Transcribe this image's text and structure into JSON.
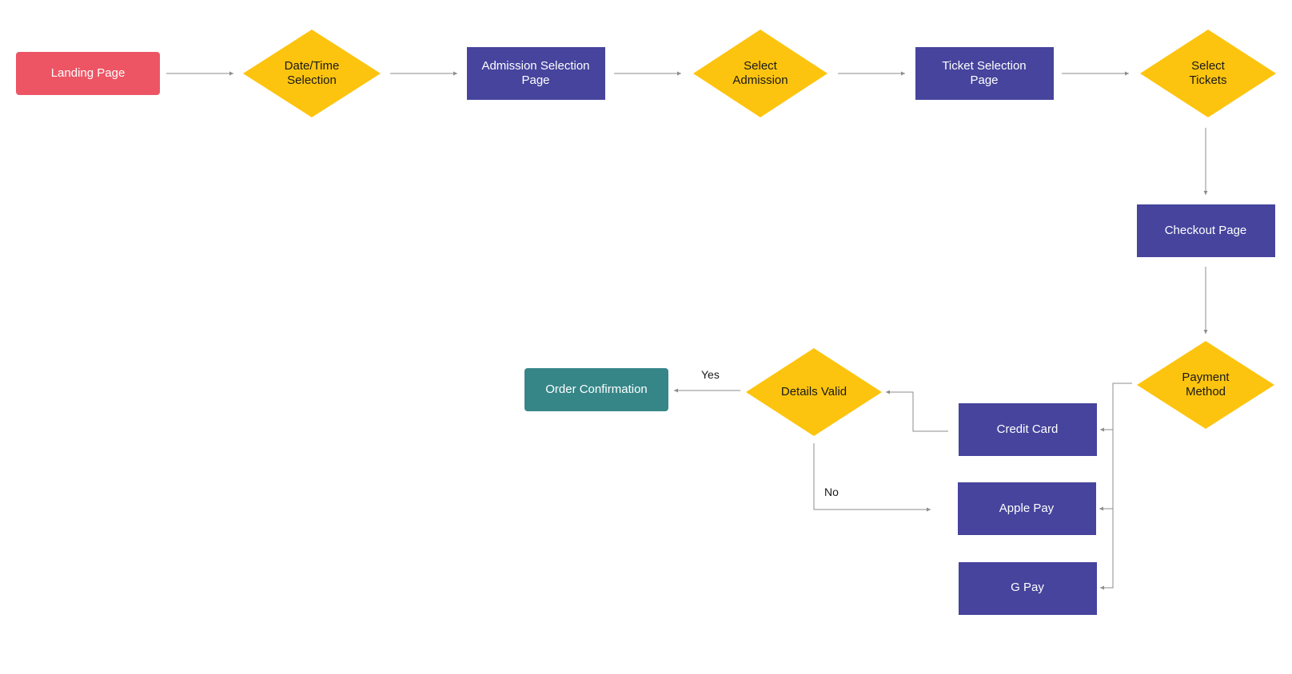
{
  "colors": {
    "start": "#ed5565",
    "page": "#46449d",
    "decision": "#fdc40f",
    "end": "#368688",
    "connector": "#8c8c8c",
    "light_text": "#ffffff",
    "dark_text": "#1a1a1a"
  },
  "nodes": {
    "landing_page": {
      "lines": [
        "Landing Page"
      ]
    },
    "datetime_selection": {
      "lines": [
        "Date/Time",
        "Selection"
      ]
    },
    "admission_selection_page": {
      "lines": [
        "Admission Selection",
        "Page"
      ]
    },
    "select_admission": {
      "lines": [
        "Select",
        "Admission"
      ]
    },
    "ticket_selection_page": {
      "lines": [
        "Ticket Selection",
        "Page"
      ]
    },
    "select_tickets": {
      "lines": [
        "Select",
        "Tickets"
      ]
    },
    "checkout_page": {
      "lines": [
        "Checkout Page"
      ]
    },
    "payment_method": {
      "lines": [
        "Payment",
        "Method"
      ]
    },
    "credit_card": {
      "lines": [
        "Credit Card"
      ]
    },
    "apple_pay": {
      "lines": [
        "Apple Pay"
      ]
    },
    "g_pay": {
      "lines": [
        "G Pay"
      ]
    },
    "details_valid": {
      "lines": [
        "Details Valid"
      ]
    },
    "order_confirmation": {
      "lines": [
        "Order Confirmation"
      ]
    }
  },
  "edge_labels": {
    "yes": "Yes",
    "no": "No"
  }
}
